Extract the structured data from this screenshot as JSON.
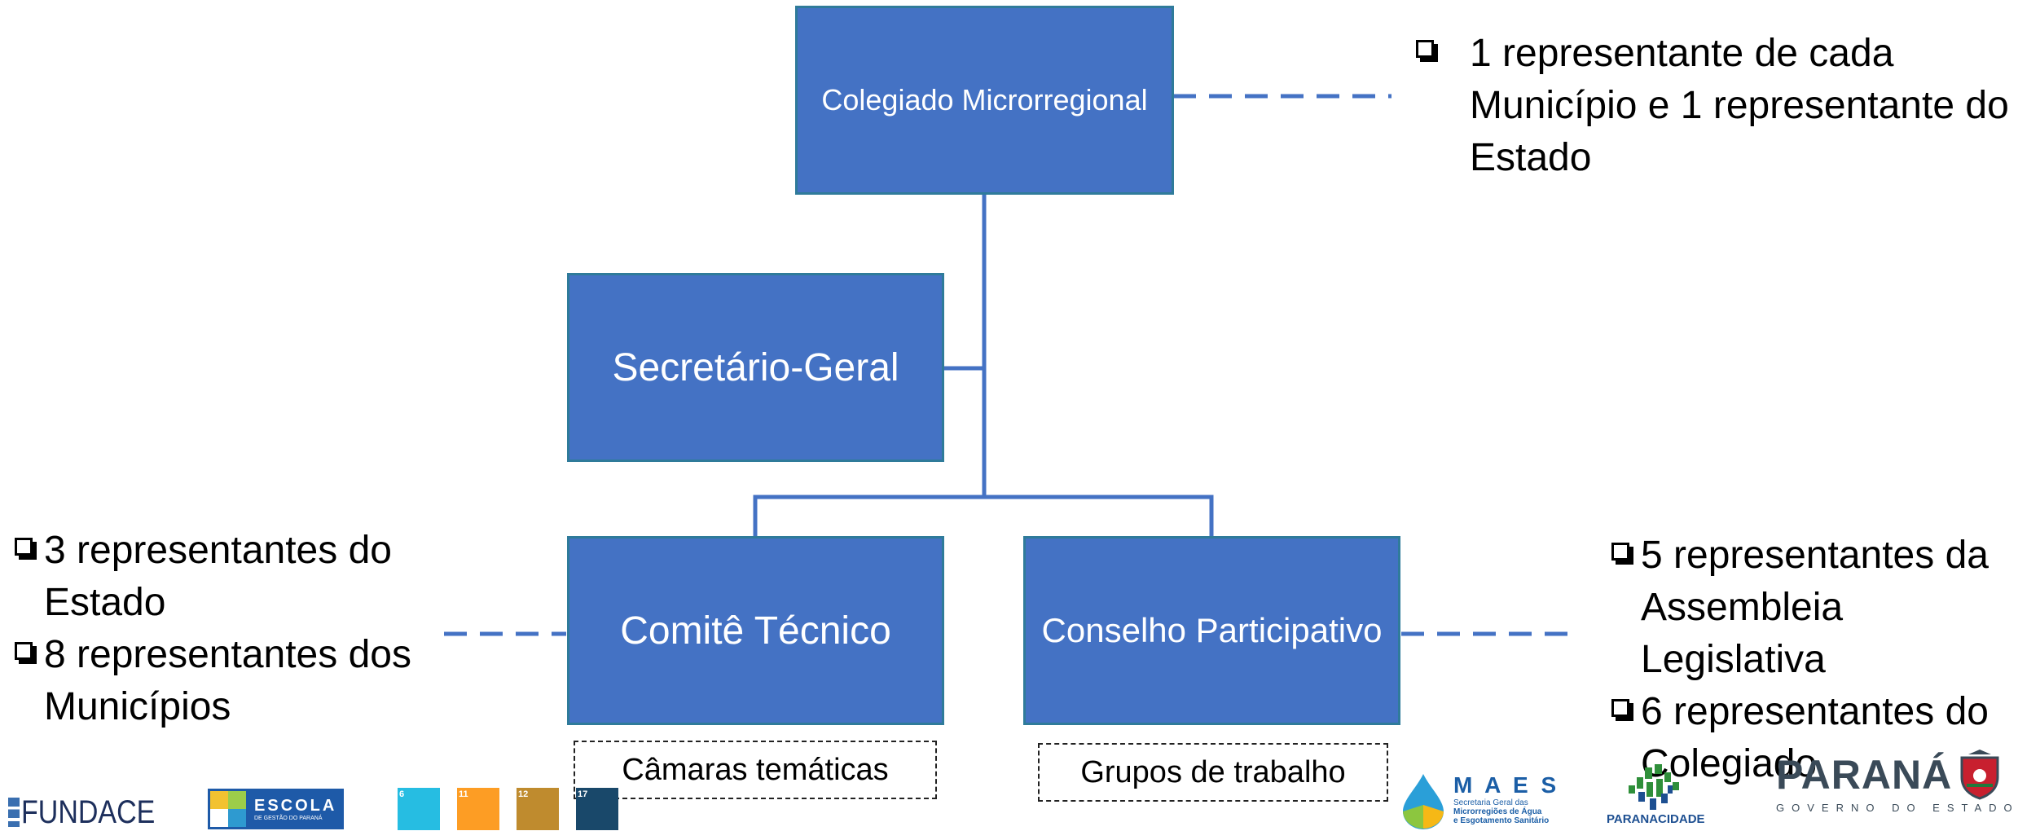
{
  "diagram": {
    "colegiado": "Colegiado Microrregional",
    "secretario": "Secretário-Geral",
    "comite": "Comitê Técnico",
    "conselho": "Conselho Participativo",
    "camaras": "Câmaras temáticas",
    "grupos": "Grupos de trabalho"
  },
  "notes": {
    "colegiado": [
      "1 representante de cada Município e 1 representante do Estado"
    ],
    "comite": [
      "3 representantes do Estado",
      "8 representantes dos Municípios"
    ],
    "conselho": [
      "5 representantes da Assembleia Legislativa",
      "6 representantes do Colegiado"
    ]
  },
  "logos": {
    "fundace": "FUNDACE",
    "escola": "ESCOLA",
    "escola_sub": "DE GESTÃO DO PARANÁ",
    "maes": "M A E S",
    "maes_sub1": "Secretaria Geral das",
    "maes_sub2": "Microrregiões de Água",
    "maes_sub3": "e Esgotamento Sanitário",
    "paranacidade": "PARANACIDADE",
    "parana": "PARANÁ",
    "parana_sub": "GOVERNO DO ESTADO",
    "sdg": [
      "6",
      "11",
      "12",
      "17"
    ]
  },
  "colors": {
    "box": "#4472c4",
    "connector": "#4472c4"
  }
}
